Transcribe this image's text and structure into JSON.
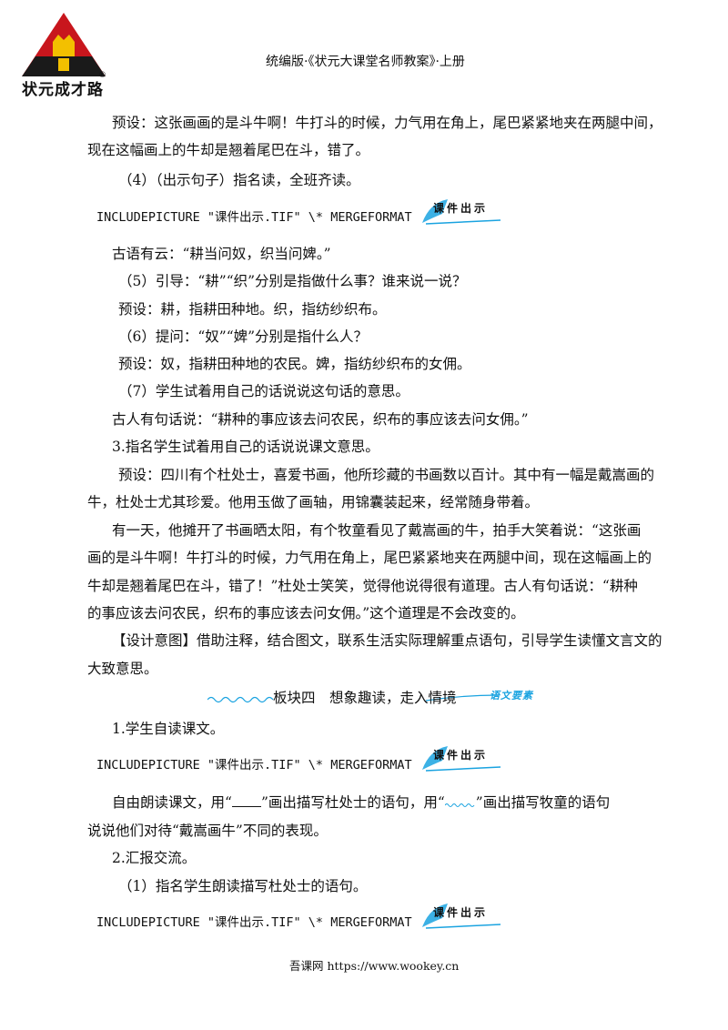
{
  "header": {
    "title": "统编版·《状元大课堂名师教案》·上册"
  },
  "logo": {
    "text": "状元成才路",
    "mark": "®"
  },
  "lines": [
    {
      "text": "预设：这张画画的是斗牛啊！牛打斗的时候，力气用在角上，尾巴紧紧地夹在两腿中间，"
    },
    {
      "text": "现在这幅画上的牛却是翘着尾巴在斗，错了。"
    },
    {
      "text": "（4）（出示句子）指名读，全班齐读。"
    },
    {
      "text": "古语有云：“耕当问奴，织当问婢。”"
    },
    {
      "text": "（5）引导：“耕”“织”分别是指做什么事？谁来说一说？"
    },
    {
      "text": "预设：耕，指耕田种地。织，指纺纱织布。"
    },
    {
      "text": "（6）提问：“奴”“婢”分别是指什么人？"
    },
    {
      "text": "预设：奴，指耕田种地的农民。婢，指纺纱织布的女佣。"
    },
    {
      "text": "（7）学生试着用自己的话说说这句话的意思。"
    },
    {
      "text": "古人有句话说：“耕种的事应该去问农民，织布的事应该去问女佣。”"
    },
    {
      "text": "3.指名学生试着用自己的话说说课文意思。"
    },
    {
      "text": "预设：四川有个杜处士，喜爱书画，他所珍藏的书画数以百计。其中有一幅是戴嵩画的"
    },
    {
      "text": "牛，杜处士尤其珍爱。他用玉做了画轴，用锦囊装起来，经常随身带着。"
    },
    {
      "text": "有一天，他摊开了书画晒太阳，有个牧童看见了戴嵩画的牛，拍手大笑着说：“这张画"
    },
    {
      "text": "画的是斗牛啊！牛打斗的时候，力气用在角上，尾巴紧紧地夹在两腿中间，现在这幅画上的"
    },
    {
      "text": "牛却是翘着尾巴在斗，错了！”杜处士笑笑，觉得他说得很有道理。古人有句话说：“耕种"
    },
    {
      "text": "的事应该去问农民，织布的事应该去问女佣。”这个道理是不会改变的。"
    },
    {
      "text": "【设计意图】借助注释，结合图文，联系生活实际理解重点语句，引导学生读懂文言文的"
    },
    {
      "text": "大致意思。"
    },
    {
      "text": "1.学生自读课文。"
    },
    {
      "text": "说说他们对待“戴嵩画牛”不同的表现。"
    },
    {
      "text": "2.汇报交流。"
    },
    {
      "text": "（1）指名学生朗读描写杜处士的语句。"
    }
  ],
  "reading_line": {
    "part1": "自由朗读课文，用“",
    "part2": "”画出描写杜处士的语句，用“",
    "part3": "”画出描写牧童的语句"
  },
  "fields": [
    {
      "text": "INCLUDEPICTURE \"课件出示.TIF\" \\* MERGEFORMAT"
    },
    {
      "text": "INCLUDEPICTURE \"课件出示.TIF\" \\* MERGEFORMAT"
    },
    {
      "text": "INCLUDEPICTURE \"课件出示.TIF\" \\* MERGEFORMAT"
    }
  ],
  "badge_label": "课件出示",
  "section": {
    "title": "板块四　想象趣读，走入情境",
    "tag": "语文要素"
  },
  "footer": {
    "text": "吾课网 https://www.wookey.cn"
  },
  "colors": {
    "logo_red": "#c8161d",
    "logo_black": "#1a1a1a",
    "logo_gold": "#f3c000",
    "accent_blue": "#1aa3e0"
  }
}
